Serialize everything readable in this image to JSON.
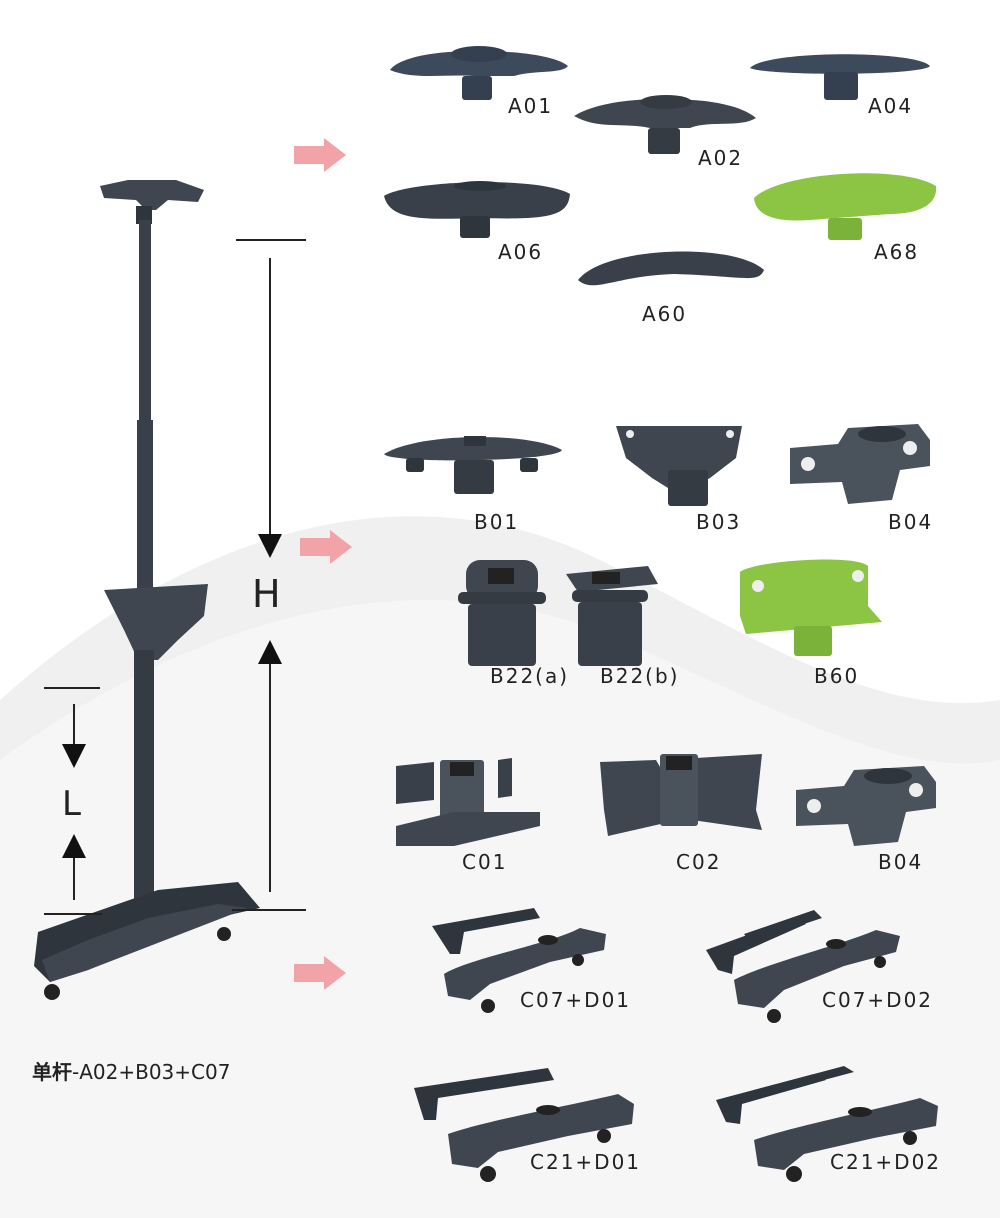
{
  "colors": {
    "part": "#3f4650",
    "part_dark": "#2f353d",
    "part_blue": "#3d4a5c",
    "green": "#8cc444",
    "arrow": "#f1a3a8",
    "wave": "#eeeeee"
  },
  "handles": [
    {
      "id": "a01",
      "label": "A01"
    },
    {
      "id": "a02",
      "label": "A02"
    },
    {
      "id": "a04",
      "label": "A04"
    },
    {
      "id": "a06",
      "label": "A06"
    },
    {
      "id": "a68",
      "label": "A68"
    },
    {
      "id": "a60",
      "label": "A60"
    }
  ],
  "brackets": [
    {
      "id": "b01",
      "label": "B01"
    },
    {
      "id": "b03",
      "label": "B03"
    },
    {
      "id": "b04",
      "label": "B04"
    },
    {
      "id": "b22a",
      "label": "B22(a)"
    },
    {
      "id": "b22b",
      "label": "B22(b)"
    },
    {
      "id": "b60",
      "label": "B60"
    }
  ],
  "bases": [
    {
      "id": "c01",
      "label": "C01"
    },
    {
      "id": "c02",
      "label": "C02"
    },
    {
      "id": "b04b",
      "label": "B04"
    }
  ],
  "feet": [
    {
      "id": "c07d01",
      "label": "C07+D01"
    },
    {
      "id": "c07d02",
      "label": "C07+D02"
    },
    {
      "id": "c21d01",
      "label": "C21+D01"
    },
    {
      "id": "c21d02",
      "label": "C21+D02"
    }
  ],
  "dimension": {
    "h": "H",
    "l": "L"
  },
  "caption": {
    "bold": "单杆",
    "rest": "-A02+B03+C07"
  }
}
